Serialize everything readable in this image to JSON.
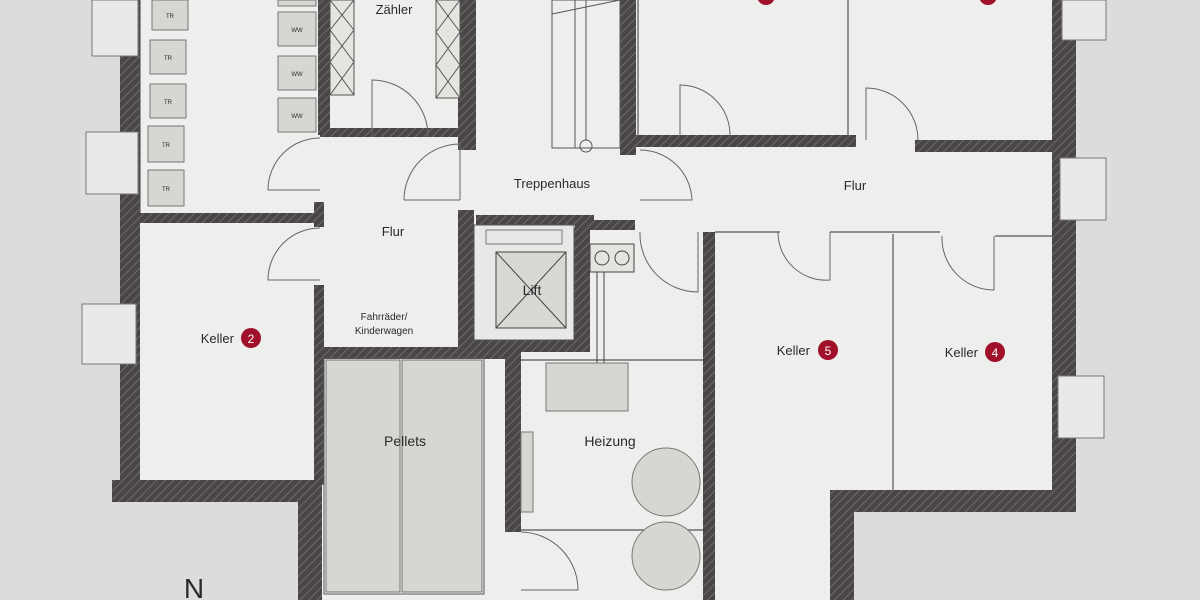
{
  "plan": {
    "rooms": {
      "zaehler": "Zähler",
      "treppenhaus": "Treppenhaus",
      "flur_left": "Flur",
      "flur_right": "Flur",
      "lift": "Lift",
      "fahrraeder_line1": "Fahrräder/",
      "fahrraeder_line2": "Kinderwagen",
      "pellets": "Pellets",
      "heizung": "Heizung"
    },
    "cellars": [
      {
        "label": "Keller",
        "number": "2"
      },
      {
        "label": "Keller",
        "number": "5"
      },
      {
        "label": "Keller",
        "number": "4"
      }
    ],
    "small_box_labels": {
      "tr": "TR",
      "ww": "WW"
    },
    "north": "N",
    "colors": {
      "wall": "#4a4646",
      "badge": "#a0102a",
      "background": "#dcdcdc",
      "room": "#eeeeec"
    }
  }
}
